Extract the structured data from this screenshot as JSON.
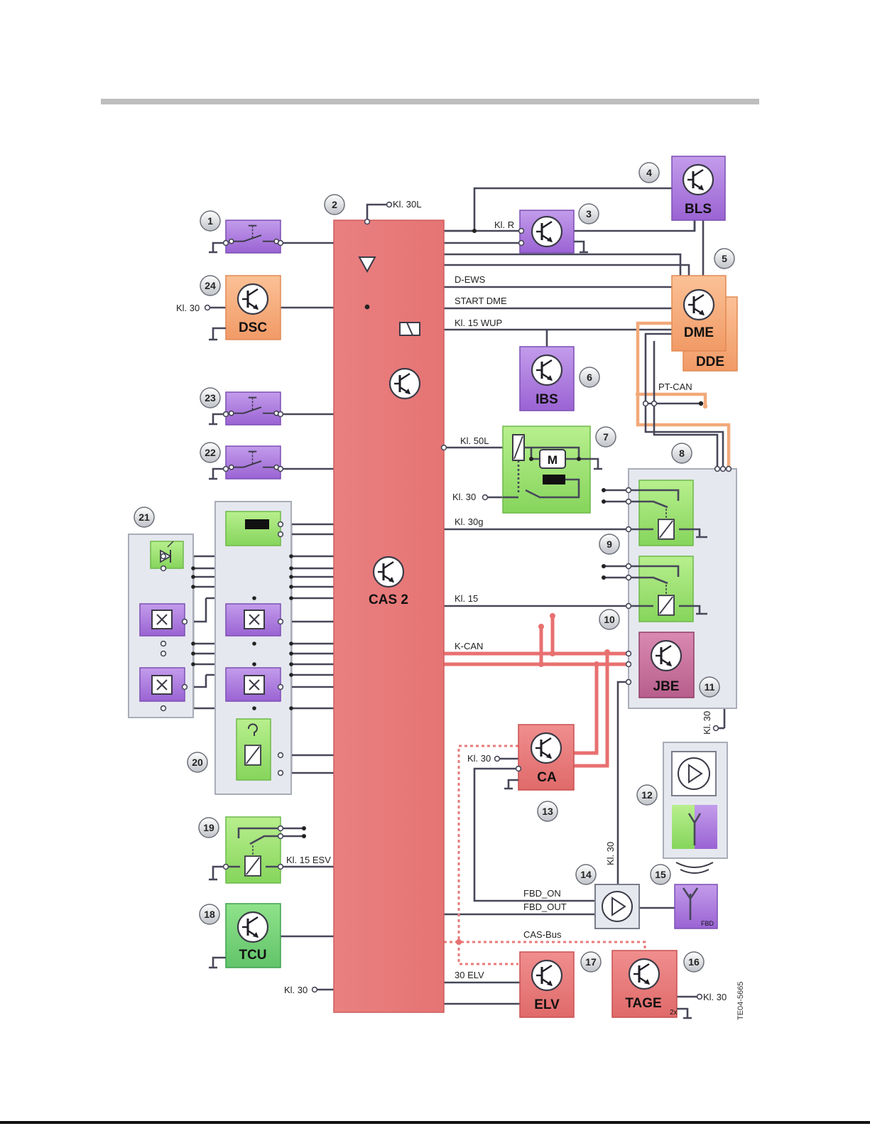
{
  "labels": {
    "kl30l": "Kl. 30L",
    "klr": "Kl. R",
    "dews": "D-EWS",
    "startdme": "START DME",
    "kl15wup": "Kl. 15 WUP",
    "ptcan": "PT-CAN",
    "kl50l": "Kl. 50L",
    "kl30_7": "Kl. 30",
    "kl30g": "Kl. 30g",
    "kl15": "Kl. 15",
    "kcan": "K-CAN",
    "kl30_dsc": "Kl. 30",
    "kl30_ca": "Kl. 30",
    "kl30_jbe": "Kl. 30",
    "kl30_fbd": "Kl. 30",
    "kl15esv": "Kl. 15 ESV",
    "fbdon": "FBD_ON",
    "fbdout": "FBD_OUT",
    "casbus": "CAS-Bus",
    "elv30": "30 ELV",
    "kl30_cas": "Kl. 30",
    "kl30_tage": "Kl. 30",
    "m": "M",
    "fbd_small": "FBD",
    "twox": "2x",
    "code": "TE04-5665"
  },
  "modules": {
    "bls": "BLS",
    "dsc": "DSC",
    "dme": "DME",
    "dde": "DDE",
    "ibs": "IBS",
    "cas": "CAS 2",
    "jbe": "JBE",
    "ca": "CA",
    "tcu": "TCU",
    "elv": "ELV",
    "tage": "TAGE"
  },
  "numbers": [
    "1",
    "2",
    "3",
    "4",
    "5",
    "6",
    "7",
    "8",
    "9",
    "10",
    "11",
    "12",
    "13",
    "14",
    "15",
    "16",
    "17",
    "18",
    "19",
    "20",
    "21",
    "22",
    "23",
    "24"
  ],
  "colors": {
    "cas": "#e87a7a",
    "purple": "#a877d9",
    "orange": "#f5a878",
    "green": "#98e06a",
    "jbe": "#c4709a",
    "grey_box": "#e6e8ef",
    "wire": "#474759",
    "kcan": "#e87070",
    "ptcan": "#f2a97a"
  },
  "icons": [
    "transistor-icon",
    "switch-icon",
    "relay-icon",
    "motor-icon",
    "amplifier-icon",
    "antenna-icon",
    "led-icon",
    "lamp-icon",
    "signal-waves-icon"
  ]
}
